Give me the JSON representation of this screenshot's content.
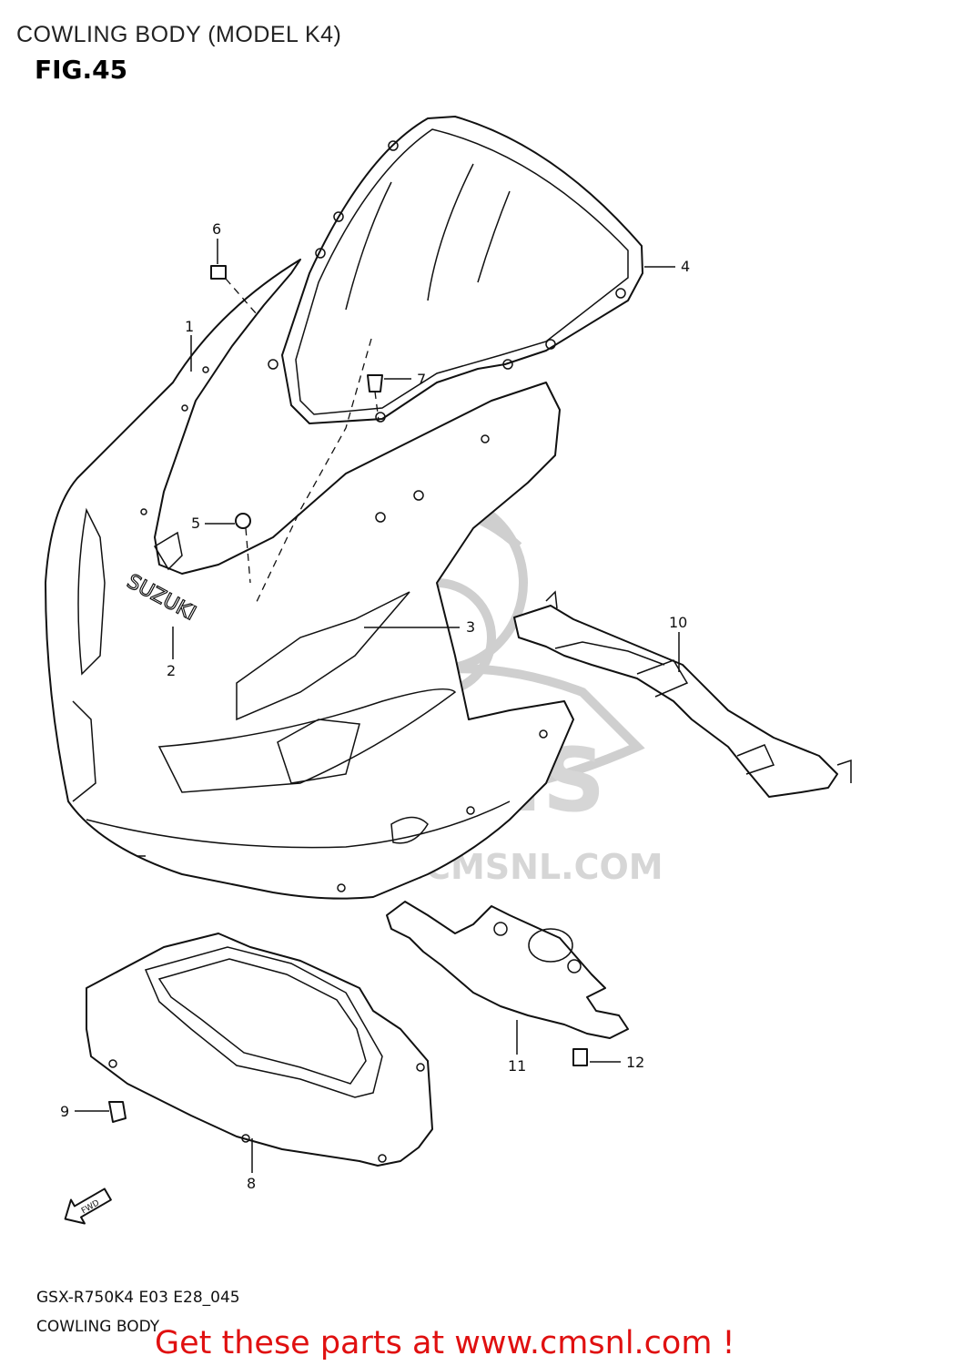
{
  "header": {
    "title": "COWLING BODY (MODEL K4)",
    "figure": "FIG.45"
  },
  "callouts": [
    {
      "id": "1",
      "label": "1"
    },
    {
      "id": "2",
      "label": "2"
    },
    {
      "id": "3",
      "label": "3"
    },
    {
      "id": "4",
      "label": "4"
    },
    {
      "id": "5",
      "label": "5"
    },
    {
      "id": "6",
      "label": "6"
    },
    {
      "id": "7",
      "label": "7"
    },
    {
      "id": "8",
      "label": "8"
    },
    {
      "id": "9",
      "label": "9"
    },
    {
      "id": "10",
      "label": "10"
    },
    {
      "id": "11",
      "label": "11"
    },
    {
      "id": "12",
      "label": "12"
    }
  ],
  "brand_marking": "SUZUKI",
  "direction_marker": "FWD",
  "watermark": {
    "brand": "CMS",
    "url": "WWW.CMSNL.COM"
  },
  "footer": {
    "code": "GSX-R750K4 E03 E28_045",
    "name": "COWLING BODY",
    "promo": "Get these parts at www.cmsnl.com !"
  },
  "colors": {
    "line": "#111111",
    "watermark": "#d0d0d0",
    "promo": "#e01010"
  }
}
